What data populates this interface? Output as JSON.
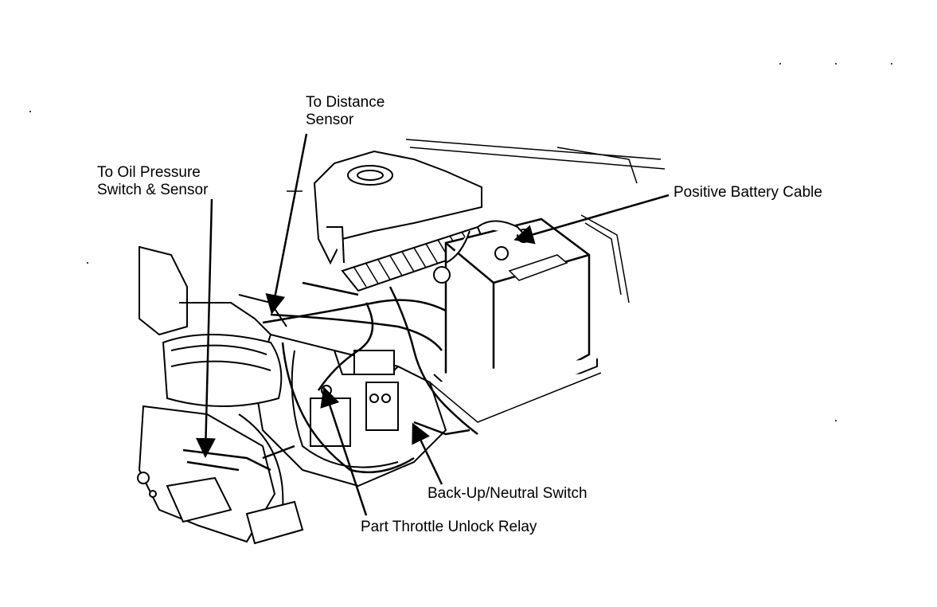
{
  "labels": {
    "distance_sensor": {
      "line1": "To Distance",
      "line2": "Sensor"
    },
    "oil_pressure": {
      "line1": "To Oil Pressure",
      "line2": "Switch & Sensor"
    },
    "battery_cable": "Positive Battery Cable",
    "backup_switch": "Back-Up/Neutral Switch",
    "throttle_relay": "Part Throttle Unlock Relay"
  },
  "colors": {
    "ink": "#000000",
    "paper": "#ffffff"
  }
}
